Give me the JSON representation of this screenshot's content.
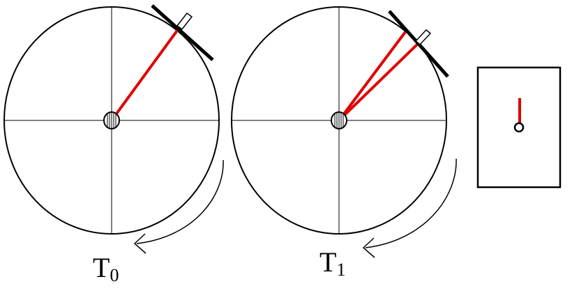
{
  "colors": {
    "line": "#000000",
    "ray": "#e00000",
    "background": "#ffffff"
  },
  "panels": [
    {
      "id": "t0",
      "label_main": "T",
      "label_sub": "0",
      "rays": 1
    },
    {
      "id": "t1",
      "label_main": "T",
      "label_sub": "1",
      "rays": 2
    }
  ],
  "rotation_direction": "clockwise",
  "screen": {
    "marker_shape": "circle",
    "trace_color": "#e00000"
  }
}
